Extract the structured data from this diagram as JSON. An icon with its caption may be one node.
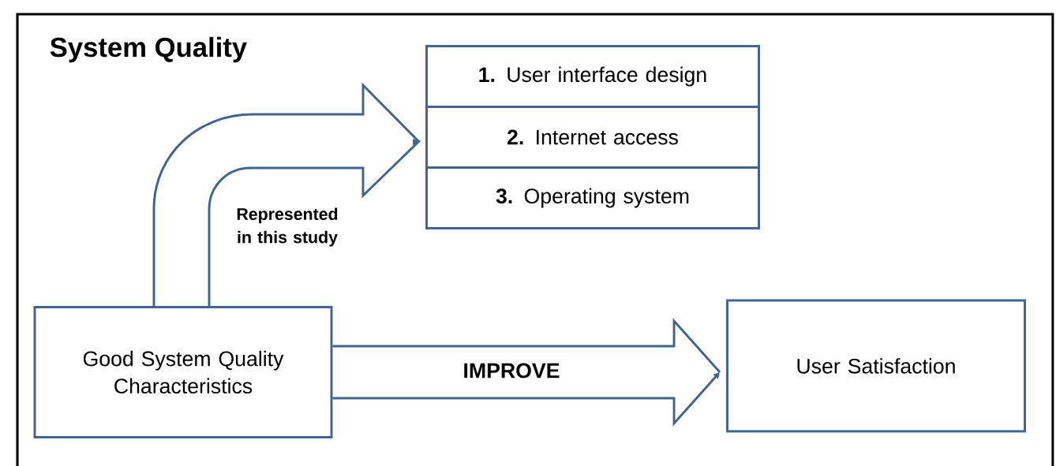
{
  "diagram": {
    "title": "System Quality",
    "nodes": [
      {
        "text": [
          "Good System Quality Characteristics"
        ]
      },
      {
        "text": [
          "**1.** User interface design"
        ]
      },
      {
        "text": [
          "**2.** Internet access"
        ]
      },
      {
        "text": [
          "**3.** Operating system"
        ]
      },
      {
        "text": [
          "User Satisfaction"
        ]
      }
    ],
    "edges": [
      {
        "from": 0,
        "to": 2,
        "arrow": "to",
        "label": "Represented in this study"
      },
      {
        "from": 0,
        "to": 4,
        "arrow": "to",
        "label": "IMPROVE"
      }
    ]
  }
}
